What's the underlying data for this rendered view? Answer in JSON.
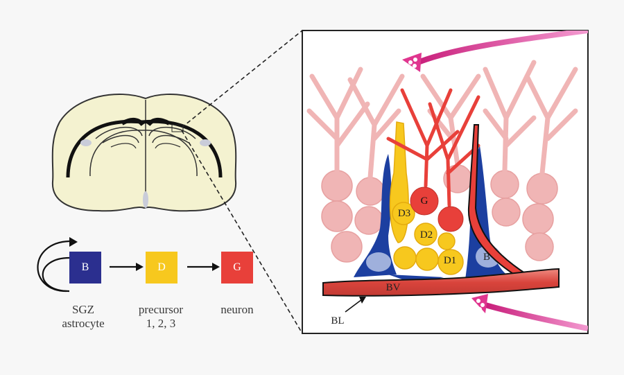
{
  "colors": {
    "background": "#f7f7f7",
    "brain_fill": "#f4f2d0",
    "stem_cell_B": "#2b2f8f",
    "precursor_D": "#f7c81e",
    "neuron_G": "#e8403a",
    "mature_neuron_pink": "#f0b5b5",
    "astrocyte_blue": "#1c3fa0",
    "axon_magenta": "#e0368f",
    "blood_vessel_red": "#d9443c"
  },
  "lineage": {
    "cells": [
      {
        "letter": "B",
        "name": "SGZ\nastrocyte",
        "color": "#2b2f8f",
        "self_renewal": true
      },
      {
        "letter": "D",
        "name": "precursor\n1, 2, 3",
        "color": "#f7c81e",
        "self_renewal": false
      },
      {
        "letter": "G",
        "name": "neuron",
        "color": "#e8403a",
        "self_renewal": false
      }
    ]
  },
  "niche": {
    "labels": {
      "G": "G",
      "D3": "D3",
      "D2": "D2",
      "D1": "D1",
      "B": "B",
      "BV": "BV",
      "BL": "BL"
    }
  },
  "icons": [
    "brain-section-icon",
    "self-renewal-arrow-icon",
    "lineage-arrow-icon",
    "axon-terminal-icon"
  ]
}
